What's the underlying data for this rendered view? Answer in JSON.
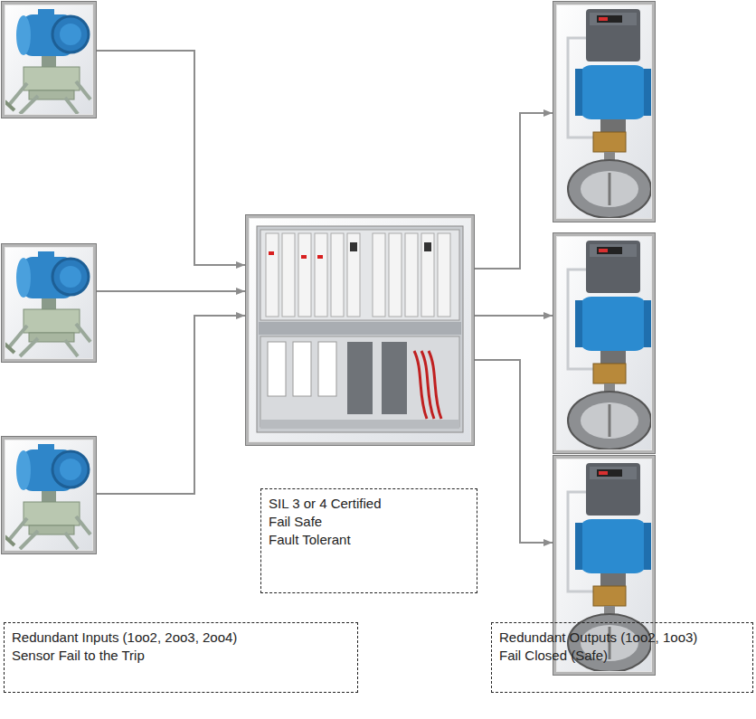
{
  "diagram": {
    "nodes": [
      {
        "text": []
      },
      {
        "text": []
      },
      {
        "text": []
      },
      {
        "text": []
      },
      {
        "text": []
      },
      {
        "text": []
      },
      {
        "text": []
      },
      {
        "text": [
          "SIL 3 or 4 Certified",
          "Fail Safe",
          "Fault Tolerant"
        ]
      },
      {
        "text": [
          "Redundant Inputs (1oo2, 2oo3, 2oo4)",
          "Sensor Fail to the Trip"
        ]
      },
      {
        "text": [
          "Redundant Outputs (1oo2, 1oo3)",
          "Fail Closed (Safe)"
        ]
      }
    ],
    "edges": [
      {
        "from": 0,
        "to": 3,
        "arrow": "to"
      },
      {
        "from": 1,
        "to": 3,
        "arrow": "to"
      },
      {
        "from": 2,
        "to": 3,
        "arrow": "to"
      },
      {
        "from": 3,
        "to": 4,
        "arrow": "to"
      },
      {
        "from": 3,
        "to": 5,
        "arrow": "to"
      },
      {
        "from": 3,
        "to": 6,
        "arrow": "to"
      }
    ]
  }
}
